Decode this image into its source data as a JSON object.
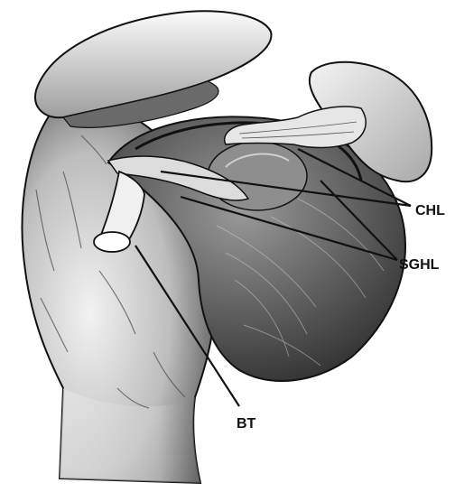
{
  "labels": {
    "chl": "CHL",
    "sghl": "SGHL",
    "bt": "BT"
  },
  "colors": {
    "ink": "#111111",
    "paper": "#ffffff",
    "shade_dark": "#3a3a3a",
    "shade_mid": "#7a7a7a",
    "shade_light": "#d4d4d4"
  }
}
